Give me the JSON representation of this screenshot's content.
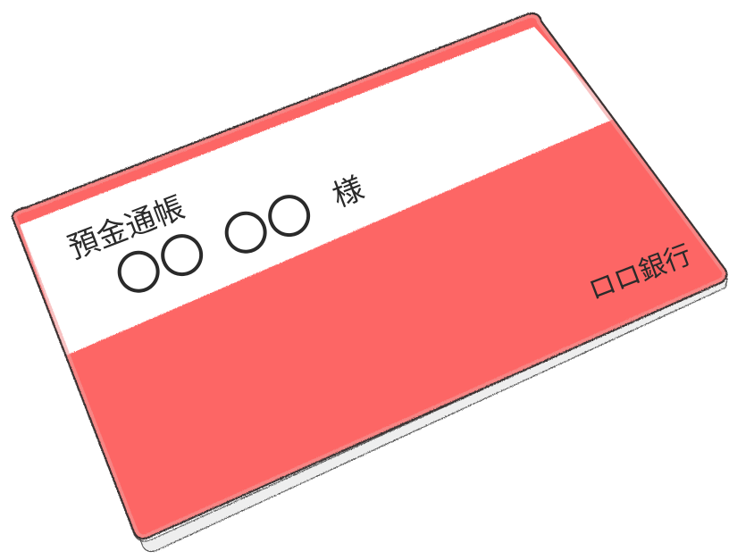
{
  "passbook": {
    "title": "預金通帳",
    "name_first": "〇〇",
    "name_last": "〇〇",
    "honorific": "様",
    "bank_name": "ロロ銀行"
  },
  "colors": {
    "cover": "#fd6665",
    "cover_edge": "#f07c7c",
    "label_band": "#ffffff",
    "outline": "#3a3030",
    "page_edge": "#dddddd"
  }
}
